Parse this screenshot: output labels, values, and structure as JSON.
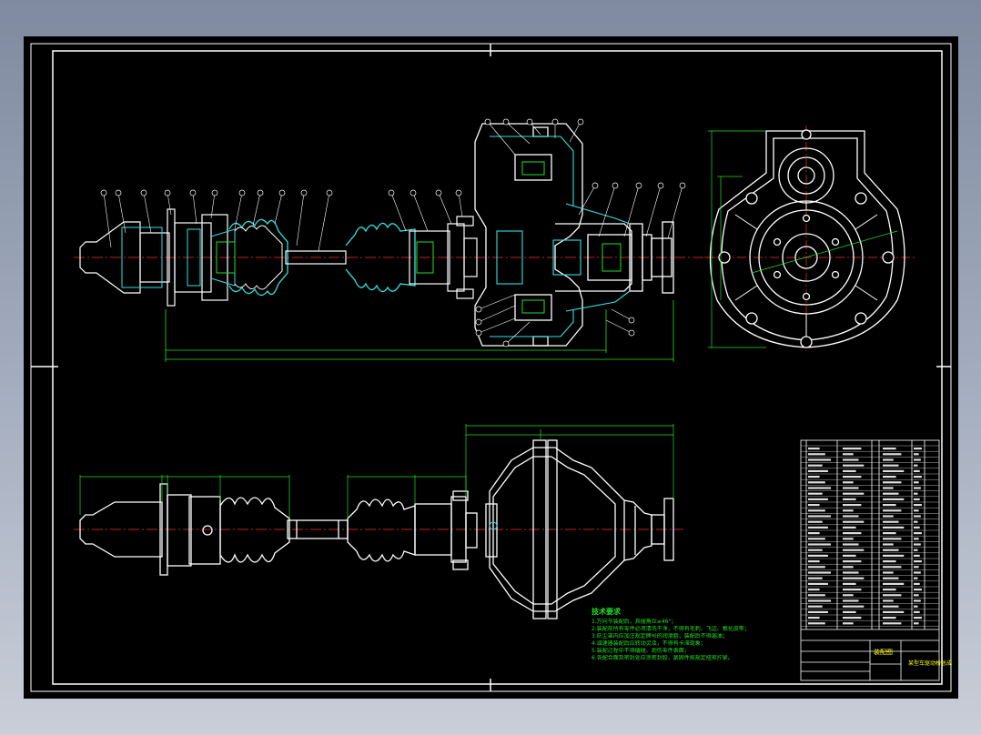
{
  "drawing": {
    "notes_title": "技术要求",
    "notes": [
      "1.万向节装配后，其摆角应≥46°；",
      "2.装配前所有零件必须清洗干净，不得有毛刺、飞边、氧化皮等；",
      "3.防尘罩内应加注规定牌号的润滑脂，装配后不得漏油；",
      "4.减速器装配后应转动灵活，不得有卡滞现象；",
      "5.装配过程中不得磕碰、划伤零件表面；",
      "6.各配合面及密封处应涂密封胶，紧固件按规定扭矩拧紧。"
    ],
    "title_block": {
      "drawing_title": "装配图",
      "drawing_name": "某型车驱动桥总成"
    }
  },
  "colors": {
    "background": "#000000",
    "outline": "#ffffff",
    "section": "#33e0e0",
    "dimension": "#22e022",
    "centerline": "#ff3030",
    "title_text": "#ffff00",
    "page_bg": "#8c96a8"
  }
}
